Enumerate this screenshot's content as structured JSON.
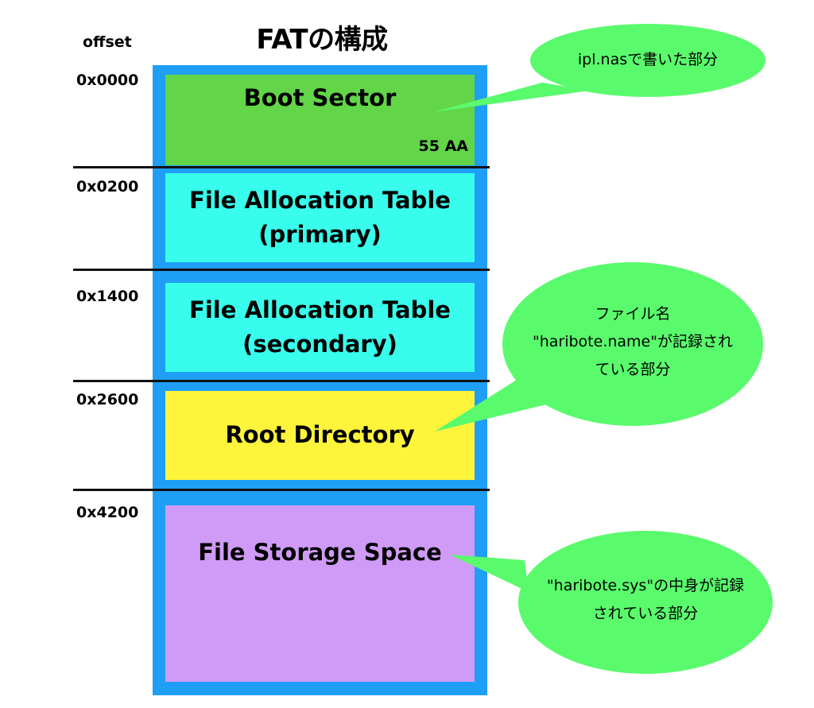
{
  "title": "FATの構成",
  "offset_header": "offset",
  "colors": {
    "frame": "#1f9ef5",
    "boot_sector": "#62d549",
    "fat": "#38fdec",
    "root_directory": "#fdf43b",
    "file_storage": "#d09bf6",
    "callout": "#5afa6d"
  },
  "regions": [
    {
      "offset": "0x0000",
      "label_lines": [
        "Boot Sector"
      ],
      "signature": "55 AA"
    },
    {
      "offset": "0x0200",
      "label_lines": [
        "File Allocation Table",
        "(primary)"
      ]
    },
    {
      "offset": "0x1400",
      "label_lines": [
        "File Allocation Table",
        "(secondary)"
      ]
    },
    {
      "offset": "0x2600",
      "label_lines": [
        "Root Directory"
      ]
    },
    {
      "offset": "0x4200",
      "label_lines": [
        "File Storage Space"
      ]
    }
  ],
  "callouts": [
    {
      "target": "Boot Sector",
      "lines": [
        "ipl.nasで書いた部分"
      ]
    },
    {
      "target": "Root Directory",
      "lines": [
        "ファイル名",
        "\"haribote.name\"が記録され",
        "ている部分"
      ]
    },
    {
      "target": "File Storage Space",
      "lines": [
        "\"haribote.sys\"の中身が記録",
        "されている部分"
      ]
    }
  ]
}
